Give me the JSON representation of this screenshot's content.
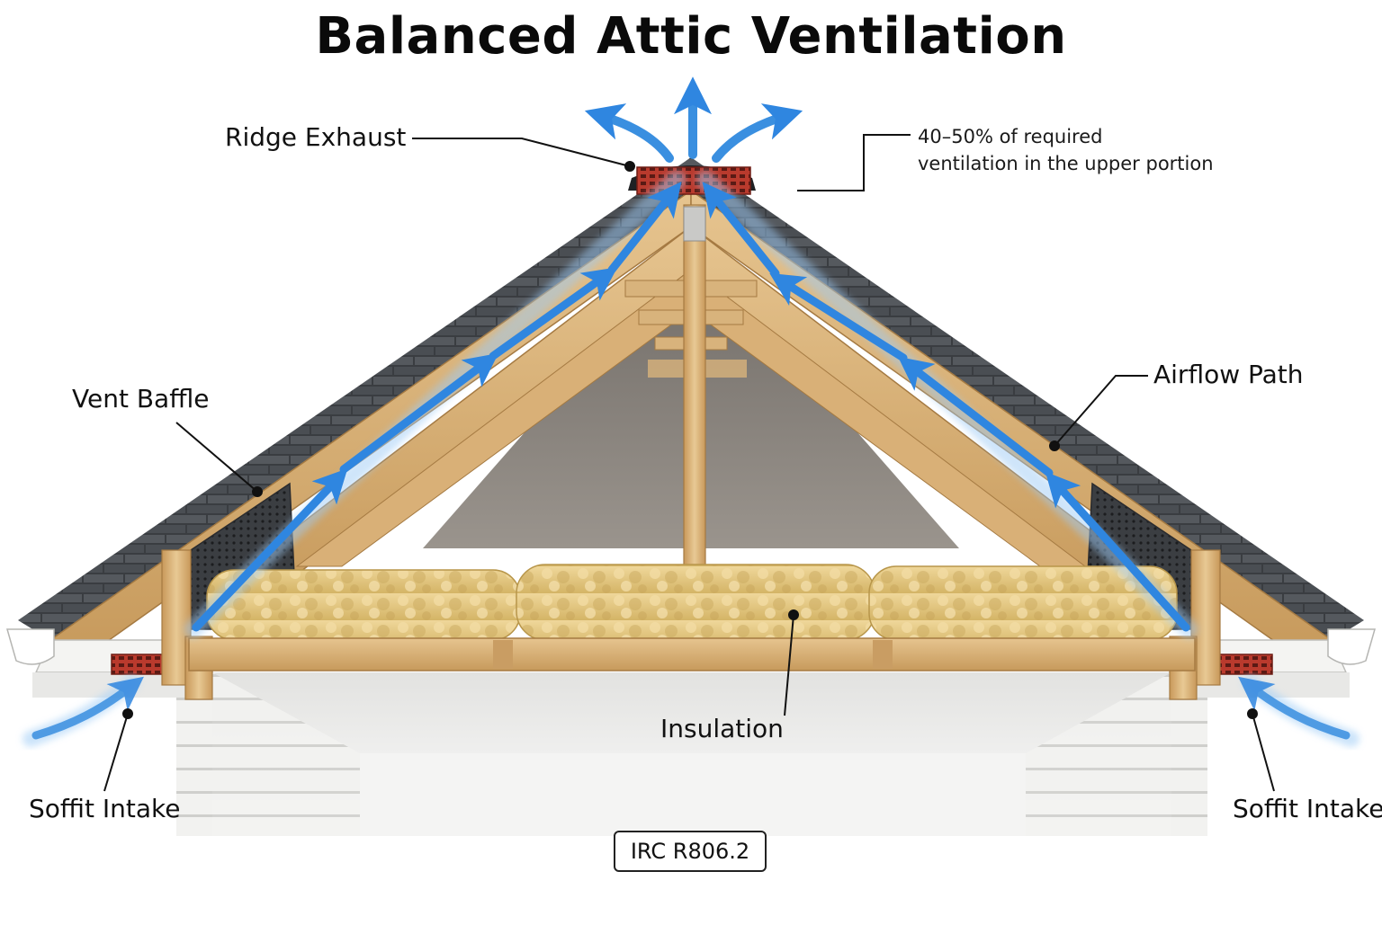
{
  "title": "Balanced Attic Ventilation",
  "labels": {
    "ridge_exhaust": "Ridge Exhaust",
    "ventilation_note_line1": "40–50% of required",
    "ventilation_note_line2": "ventilation in the upper portion",
    "vent_baffle": "Vent Baffle",
    "airflow_path": "Airflow Path",
    "insulation": "Insulation",
    "soffit_intake_left": "Soffit Intake",
    "soffit_intake_right": "Soffit Intake",
    "code_reference": "IRC R806.2"
  },
  "colors": {
    "airflow": "#3a8fe0",
    "wood": "#d9b077",
    "shingle": "#3f4246",
    "insulation": "#e3c77f",
    "vent_red": "#c0392b",
    "gable_wall": "#8a8580"
  }
}
